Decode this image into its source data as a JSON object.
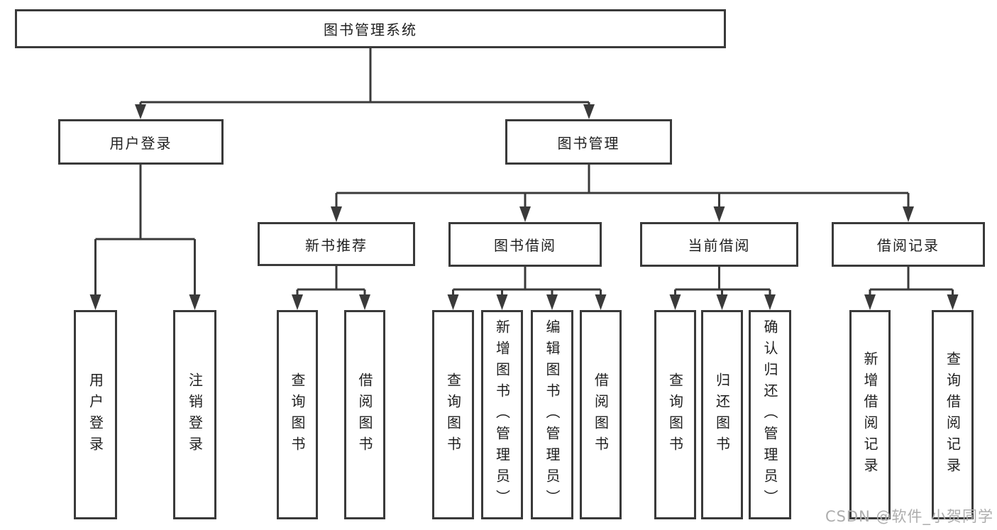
{
  "nodes": {
    "root": "图书管理系统",
    "user_login": "用户登录",
    "book_mgmt": "图书管理",
    "new_books": "新书推荐",
    "book_borrow": "图书借阅",
    "current_borrow": "当前借阅",
    "borrow_records": "借阅记录",
    "leaves": {
      "user_login": [
        "用户登录",
        "注销登录"
      ],
      "new_books": [
        "查询图书",
        "借阅图书"
      ],
      "book_borrow": [
        "查询图书",
        "新增图书（管理员）",
        "编辑图书（管理员）",
        "借阅图书"
      ],
      "current_borrow": [
        "查询图书",
        "归还图书",
        "确认归还（管理员）"
      ],
      "borrow_records": [
        "新增借阅记录",
        "查询借阅记录"
      ]
    }
  },
  "watermark": "CSDN @软件_小贺同学",
  "colors": {
    "line": "#3a3a3a",
    "text": "#1f1f1f",
    "watermark": "#adadad",
    "background": "#ffffff"
  }
}
